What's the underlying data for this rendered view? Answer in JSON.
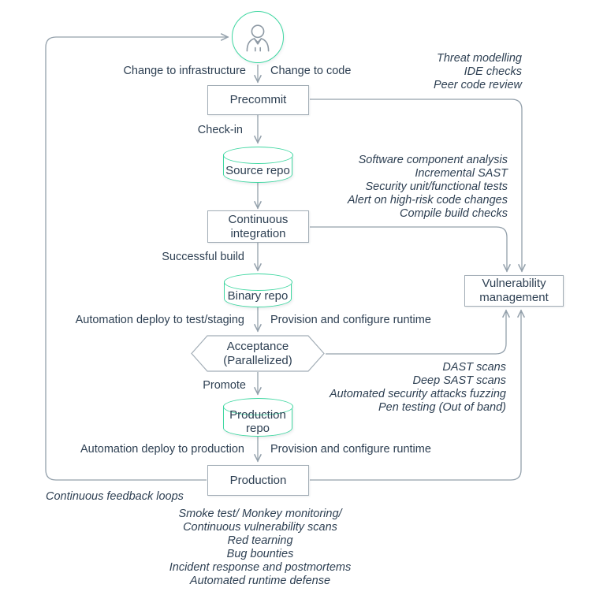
{
  "colors": {
    "accent_teal": "#3fd7a1",
    "line_gray": "#93a0ab",
    "border_gray": "#a2adb6",
    "text_dark": "#2e4053"
  },
  "nodes": {
    "precommit": {
      "label": "Precommit"
    },
    "source_repo": {
      "label": "Source repo"
    },
    "continuous_integration": {
      "label": "Continuous integration"
    },
    "binary_repo": {
      "label": "Binary repo"
    },
    "acceptance": {
      "label": "Acceptance (Parallelized)"
    },
    "production_repo": {
      "label": "Production repo"
    },
    "production": {
      "label": "Production"
    },
    "vulnerability_management": {
      "label": "Vulnerability management"
    }
  },
  "edge_labels": {
    "change_to_infrastructure": "Change to infrastructure",
    "change_to_code": "Change to code",
    "check_in": "Check-in",
    "successful_build": "Successful build",
    "automation_deploy_test": "Automation deploy to test/staging",
    "provision_runtime_1": "Provision and configure runtime",
    "promote": "Promote",
    "automation_deploy_prod": "Automation deploy to production",
    "provision_runtime_2": "Provision and configure runtime",
    "continuous_feedback_loops": "Continuous feedback loops"
  },
  "annotations": {
    "precommit_checks": [
      "Threat modelling",
      "IDE checks",
      "Peer code review"
    ],
    "ci_checks": [
      "Software component analysis",
      "Incremental SAST",
      "Security unit/functional tests",
      "Alert on high-risk code changes",
      "Compile build checks"
    ],
    "acceptance_checks": [
      "DAST scans",
      "Deep SAST scans",
      "Automated security attacks fuzzing",
      "Pen testing (Out of band)"
    ],
    "production_checks": [
      "Smoke test/ Monkey monitoring/",
      "Continuous vulnerability scans",
      "Red tearning",
      "Bug bounties",
      "Incident response and postmortems",
      "Automated runtime defense"
    ]
  }
}
